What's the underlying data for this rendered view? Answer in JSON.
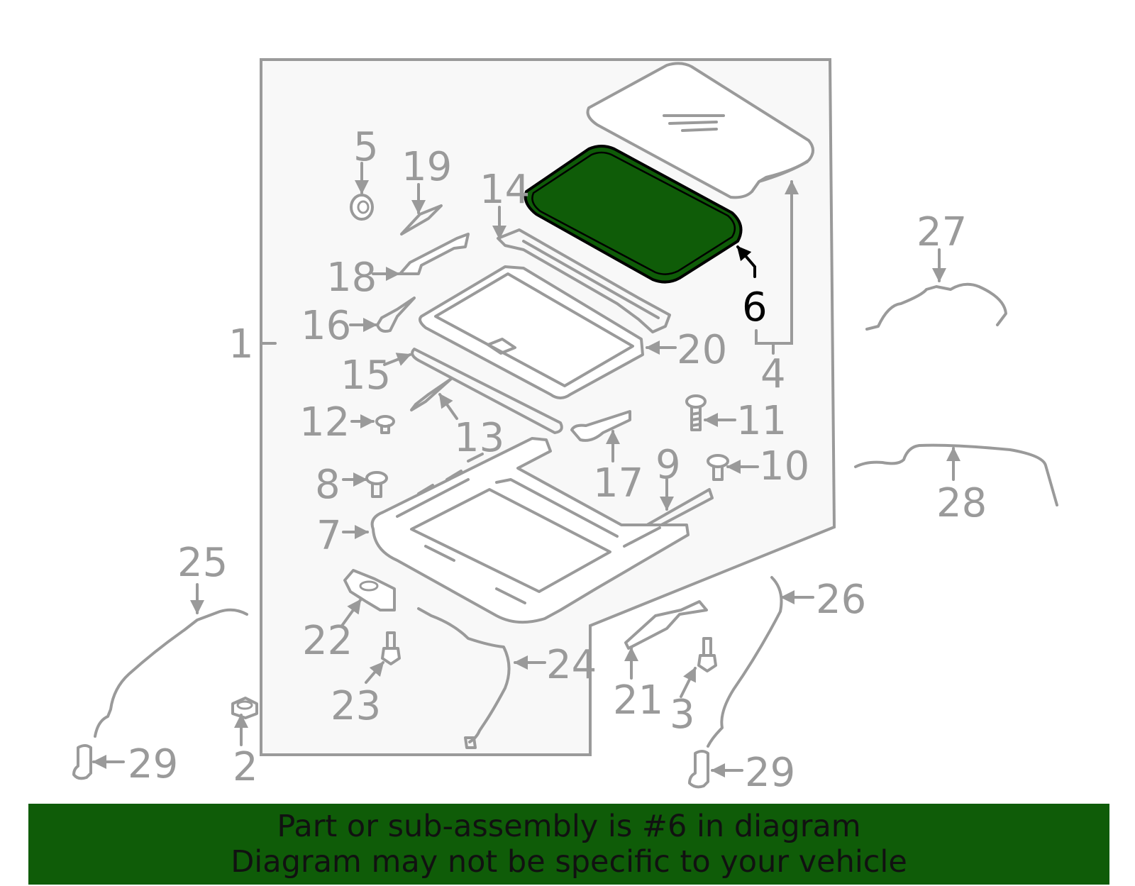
{
  "highlighted_part": "6",
  "colors": {
    "highlight": "#0f5c08",
    "outline": "#9a9a9a",
    "panel": "#f8f8f8"
  },
  "callouts": [
    "1",
    "2",
    "3",
    "4",
    "5",
    "6",
    "7",
    "8",
    "9",
    "10",
    "11",
    "12",
    "13",
    "14",
    "15",
    "16",
    "17",
    "18",
    "19",
    "20",
    "21",
    "22",
    "23",
    "24",
    "25",
    "26",
    "27",
    "28",
    "29"
  ],
  "banner": {
    "line1": "Part or sub-assembly is #6 in diagram",
    "line2": "Diagram may not be specific to your vehicle"
  }
}
